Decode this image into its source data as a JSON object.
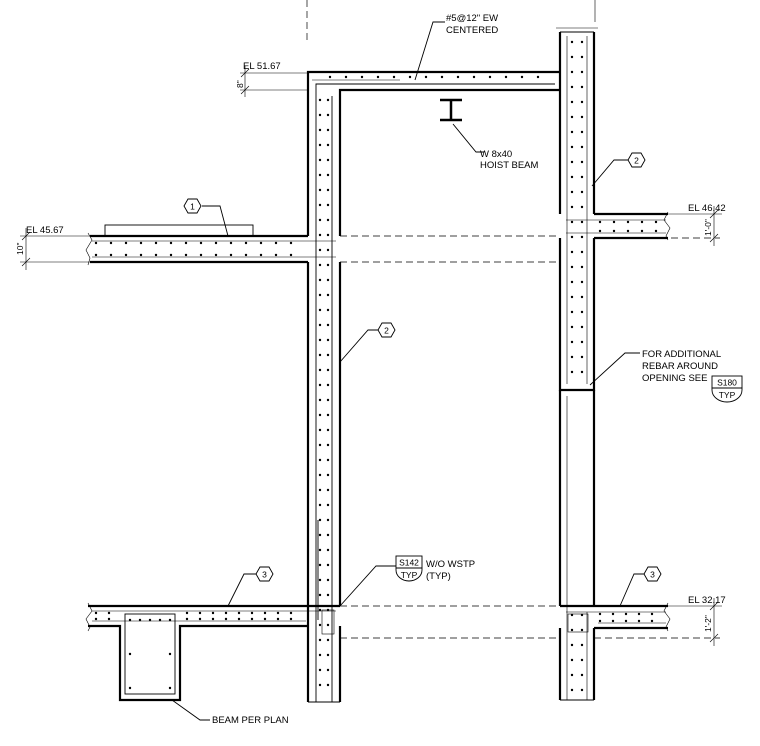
{
  "elevations": {
    "roof": "EL 51.67",
    "upper_floor_left": "EL 45.67",
    "upper_floor_right": "EL 46.42",
    "lower_floor_right": "EL 32.17"
  },
  "dimensions": {
    "roof_slab": "8\"",
    "left_slab": "10\"",
    "right_slab": "1'-0\"",
    "lower_slab": "1'-2\""
  },
  "notes": {
    "roof_rebar_line1": "#5@12\" EW",
    "roof_rebar_line2": "CENTERED",
    "hoist_line1": "W 8x40",
    "hoist_line2": "HOIST BEAM",
    "opening_line1": "FOR ADDITIONAL",
    "opening_line2": "REBAR AROUND",
    "opening_line3": "OPENING SEE",
    "wstp_line1": "W/O WSTP",
    "wstp_line2": "(TYP)",
    "beam": "BEAM PER PLAN"
  },
  "detail_tags": {
    "tag1": "1",
    "tag2_left": "2",
    "tag2_right": "2",
    "tag3_left": "3",
    "tag3_right": "3"
  },
  "section_refs": {
    "s180_sheet": "S180",
    "s180_sub": "TYP",
    "s142_sheet": "S142",
    "s142_sub": "TYP"
  }
}
